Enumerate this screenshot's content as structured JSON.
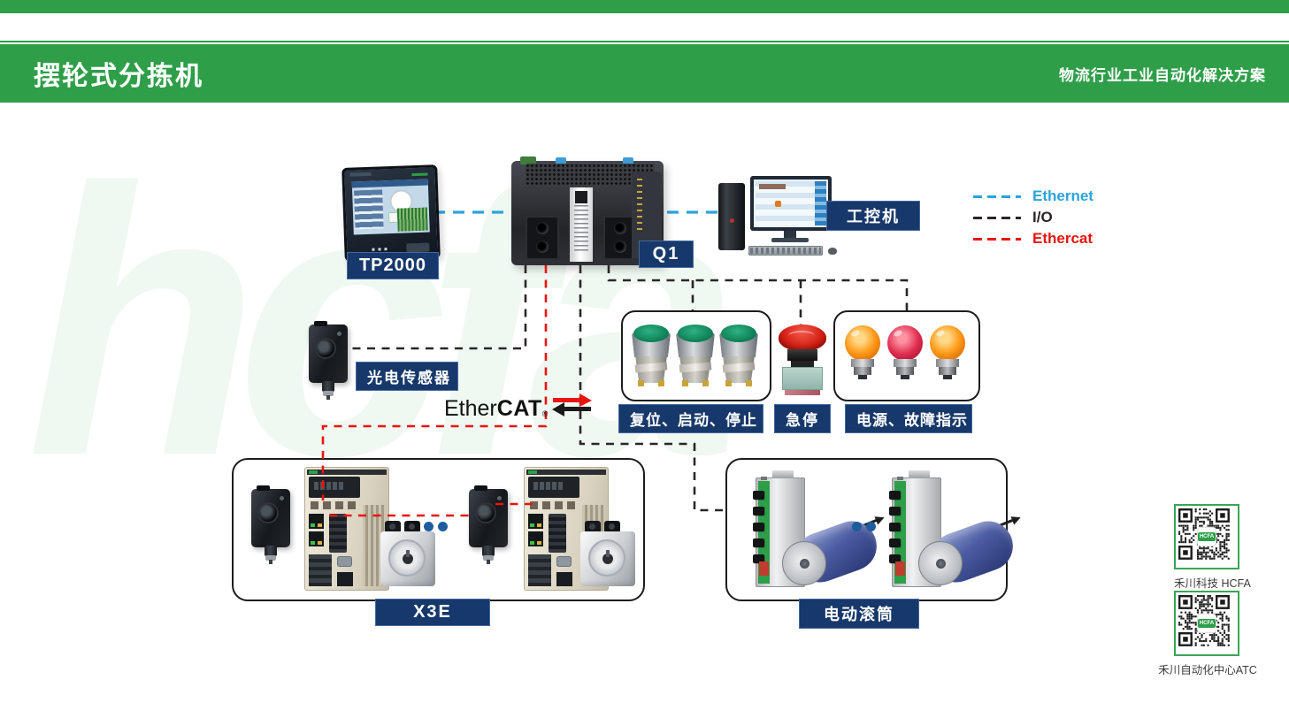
{
  "header": {
    "title": "摆轮式分拣机",
    "subtitle": "物流行业工业自动化解决方案"
  },
  "legend": {
    "items": [
      {
        "label": "Ethernet",
        "color": "#2ba3dd"
      },
      {
        "label": "I/O",
        "color": "#2b2626"
      },
      {
        "label": "Ethercat",
        "color": "#e8150d"
      }
    ]
  },
  "diagram": {
    "labels": {
      "tp2000": "TP2000",
      "q1": "Q1",
      "ipc": "工控机",
      "photo_sensor": "光电传感器",
      "buttons": "复位、启动、停止",
      "estop": "急停",
      "indicators": "电源、故障指示",
      "x3e": "X3E",
      "roller": "电动滚筒"
    },
    "ethercat_logo": {
      "ether": "Ether",
      "cat": "CAT",
      "reg": "®"
    }
  },
  "watermark": "hcfa",
  "qr": {
    "items": [
      {
        "caption": "禾川科技 HCFA",
        "logo": "HCFA"
      },
      {
        "caption": "禾川自动化中心ATC",
        "logo": "HCFA"
      }
    ]
  },
  "colors": {
    "brand_green": "#2f9e49",
    "label_navy": "#17386a",
    "ethernet_blue": "#2ba3dd",
    "io_black": "#2b2626",
    "ethercat_red": "#e8150d"
  }
}
